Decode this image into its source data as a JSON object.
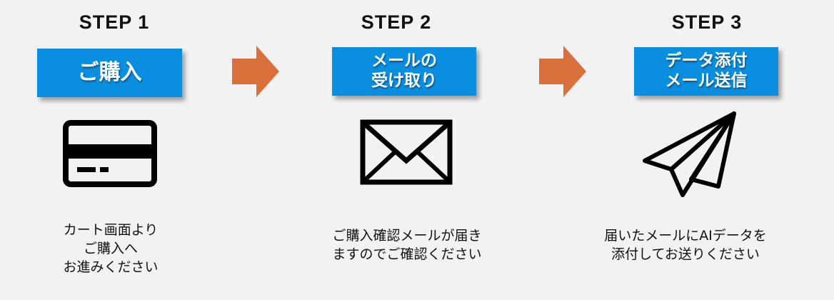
{
  "steps": [
    {
      "title": "STEP 1",
      "box": [
        "ご購入"
      ],
      "icon": "credit-card-icon",
      "desc": [
        "カート画面より",
        "ご購入へ",
        "お進みください"
      ]
    },
    {
      "title": "STEP 2",
      "box": [
        "メールの",
        "受け取り"
      ],
      "icon": "envelope-icon",
      "desc": [
        "ご購入確認メールが届き",
        "ますのでご確認ください"
      ]
    },
    {
      "title": "STEP 3",
      "box": [
        "データ添付",
        "メール送信"
      ],
      "icon": "paper-plane-icon",
      "desc": [
        "届いたメールにAIデータを",
        "添付してお送りください"
      ]
    }
  ],
  "colors": {
    "box": "#0a8ee0",
    "arrow": "#d9703c",
    "background": "#f2f2f2"
  }
}
